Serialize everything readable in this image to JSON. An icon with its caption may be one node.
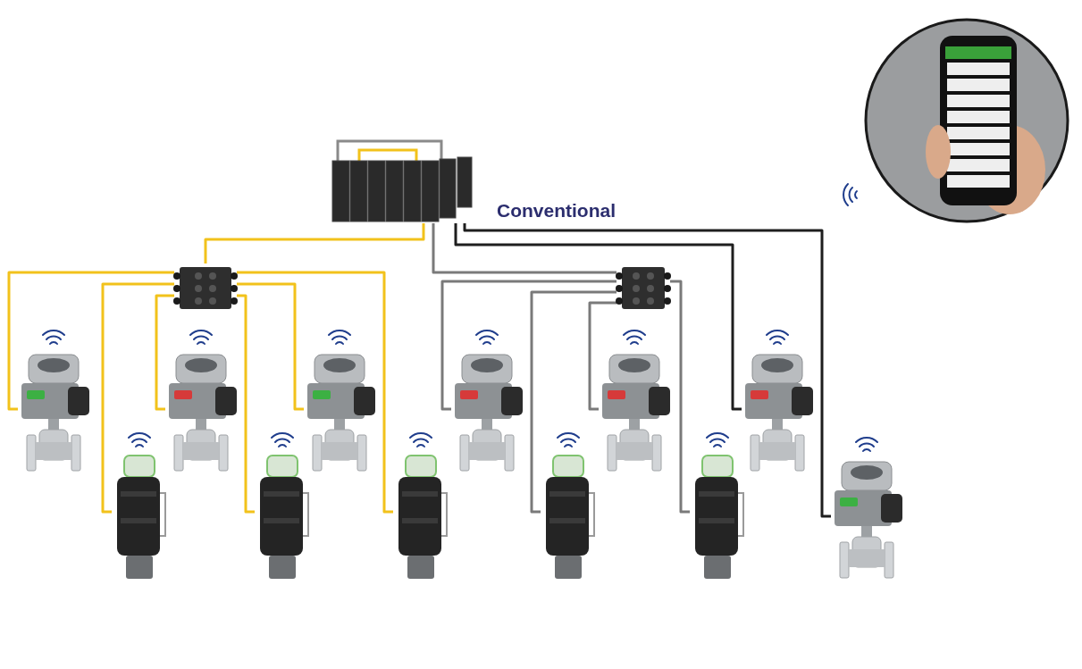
{
  "diagram": {
    "nodes": [
      {
        "text": [],
        "shape": "picture"
      },
      {
        "text": [],
        "shape": "picture"
      },
      {
        "text": [],
        "shape": "picture"
      },
      {
        "text": [],
        "shape": "picture"
      },
      {
        "text": [],
        "shape": "picture"
      },
      {
        "text": [],
        "shape": "picture"
      },
      {
        "text": [],
        "shape": "picture"
      },
      {
        "text": [],
        "shape": "picture"
      },
      {
        "text": [],
        "shape": "picture"
      },
      {
        "text": [],
        "shape": "picture"
      },
      {
        "text": [],
        "shape": "picture"
      },
      {
        "text": [],
        "shape": "picture"
      },
      {
        "text": [],
        "shape": "picture"
      },
      {
        "text": [],
        "shape": "picture"
      },
      {
        "text": [],
        "shape": "picture"
      },
      {
        "text": [],
        "shape": "picture"
      }
    ],
    "edges": [
      {
        "from": 0,
        "to": 1,
        "arrow": "none"
      },
      {
        "from": 0,
        "to": 2,
        "arrow": "none",
        "color": "#7a7a7a"
      },
      {
        "from": 0,
        "to": 14,
        "arrow": "none",
        "color": "#1e1e1e"
      },
      {
        "from": 0,
        "to": 15,
        "arrow": "none",
        "color": "#1e1e1e"
      },
      {
        "from": 1,
        "to": 4,
        "arrow": "none"
      },
      {
        "from": 1,
        "to": 5,
        "arrow": "none"
      },
      {
        "from": 1,
        "to": 6,
        "arrow": "none"
      },
      {
        "from": 1,
        "to": 7,
        "arrow": "none"
      },
      {
        "from": 1,
        "to": 8,
        "arrow": "none"
      },
      {
        "from": 1,
        "to": 9,
        "arrow": "none"
      },
      {
        "from": 2,
        "to": 10,
        "arrow": "none",
        "color": "#7a7a7a"
      },
      {
        "from": 2,
        "to": 11,
        "arrow": "none",
        "color": "#7a7a7a"
      },
      {
        "from": 2,
        "to": 12,
        "arrow": "none",
        "color": "#7a7a7a"
      },
      {
        "from": 2,
        "to": 13,
        "arrow": "none",
        "color": "#7a7a7a"
      }
    ],
    "labels": [
      "Conventional"
    ]
  }
}
